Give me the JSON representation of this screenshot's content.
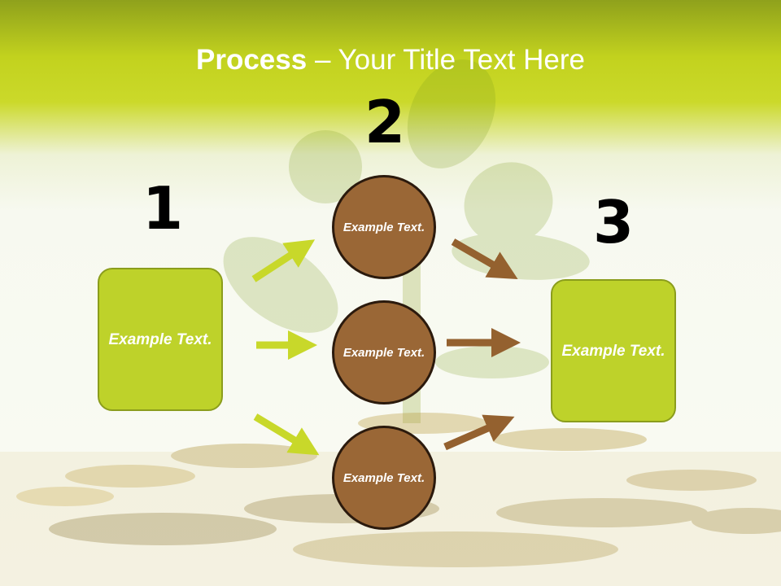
{
  "title": {
    "bold": "Process",
    "rest": " – Your Title Text Here"
  },
  "steps": [
    {
      "number": "1",
      "text": "Example Text."
    },
    {
      "number": "2",
      "text": "Example Text."
    },
    {
      "number": "3",
      "text": "Example Text."
    }
  ],
  "circles": [
    {
      "text": "Example Text."
    },
    {
      "text": "Example Text."
    },
    {
      "text": "Example Text."
    }
  ],
  "colors": {
    "header_green": "#c2d21e",
    "box_green": "#bed22a",
    "circle_brown": "#9a6736",
    "arrow_green": "#c8d82a",
    "arrow_brown": "#94612f"
  }
}
